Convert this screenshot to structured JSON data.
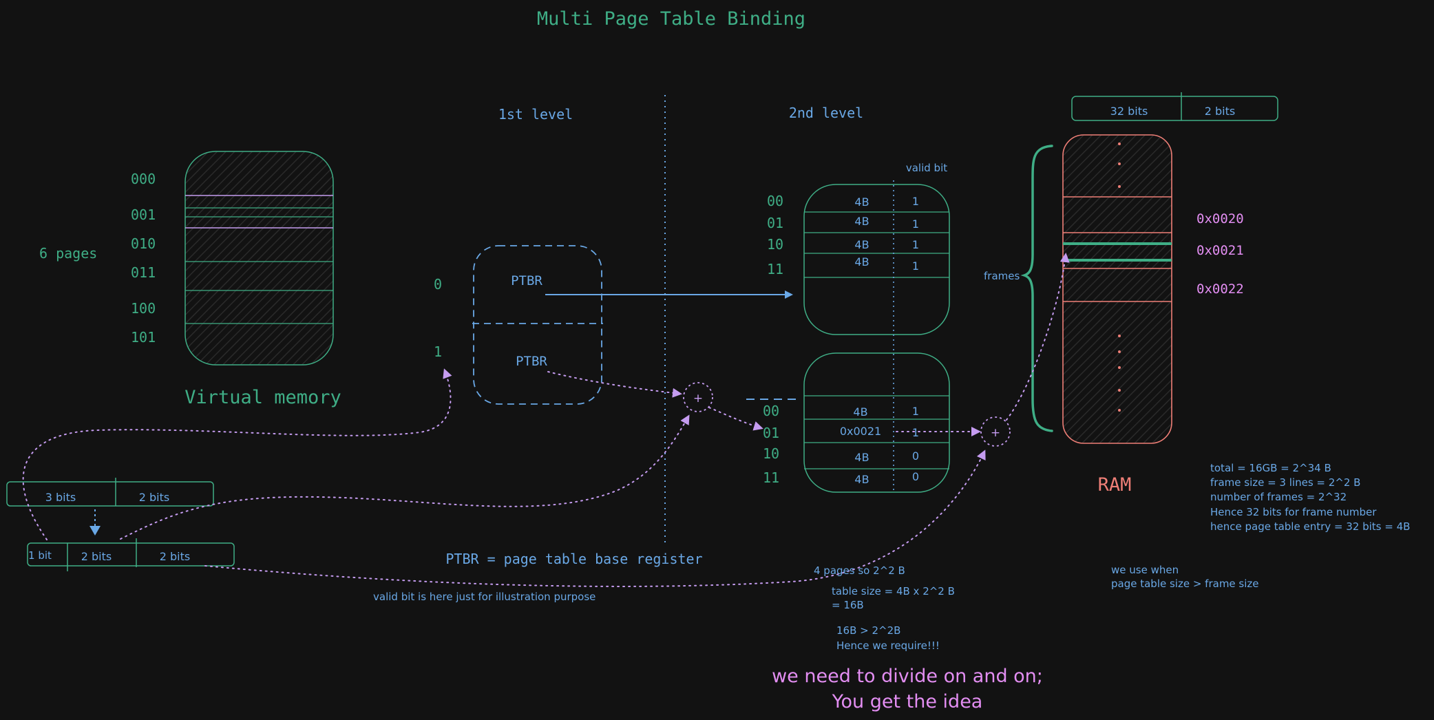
{
  "title": "Multi Page Table Binding",
  "labels": {
    "first_level": "1st level",
    "second_level": "2nd level",
    "six_pages": "6 pages",
    "virtual_memory": "Virtual memory",
    "ram": "RAM",
    "valid_bit": "valid bit",
    "frames": "frames",
    "ptbr_def": "PTBR = page table base register",
    "valid_note": "valid bit is here just for illustration purpose"
  },
  "virtual_memory": {
    "addresses": [
      "000",
      "001",
      "010",
      "011",
      "100",
      "101"
    ]
  },
  "first_level_table": {
    "indices": [
      "0",
      "1"
    ],
    "entries": [
      "PTBR",
      "PTBR"
    ]
  },
  "second_level_tables": [
    {
      "indices": [
        "00",
        "01",
        "10",
        "11"
      ],
      "sizes": [
        "4B",
        "4B",
        "4B",
        "4B"
      ],
      "valid": [
        "1",
        "1",
        "1",
        "1"
      ]
    },
    {
      "indices": [
        "00",
        "01",
        "10",
        "11"
      ],
      "sizes": [
        "4B",
        "0x0021",
        "4B",
        "4B"
      ],
      "valid": [
        "1",
        "1",
        "0",
        "0"
      ]
    }
  ],
  "ram": {
    "addresses": [
      "0x0020",
      "0x0021",
      "0x0022"
    ],
    "entry_format": [
      "32 bits",
      "2 bits"
    ]
  },
  "address_formats": {
    "two_part": [
      "3 bits",
      "2 bits"
    ],
    "three_part": [
      "1 bit",
      "2 bits",
      "2 bits"
    ]
  },
  "adders": [
    "+",
    "+"
  ],
  "notes": {
    "calc": [
      "total = 16GB = 2^34 B",
      "frame size = 3 lines = 2^2 B",
      "number of frames = 2^32",
      "Hence 32 bits for frame number",
      "hence page table entry = 32 bits = 4B"
    ],
    "usage": [
      "we use when",
      "page table size > frame size"
    ],
    "pages": [
      "4 pages so 2^2 B"
    ],
    "table_size": [
      "table size = 4B x 2^2 B",
      "= 16B"
    ],
    "compare": [
      "16B > 2^2B",
      "Hence we require!!!"
    ],
    "conclusion": [
      "we need to divide on and on;",
      "You get the idea"
    ]
  },
  "colors": {
    "background": "#121212",
    "green": "#3fae86",
    "blue": "#6aa8e6",
    "purple": "#c59cf0",
    "salmon": "#ef7f77",
    "pink": "#e38ef2"
  }
}
